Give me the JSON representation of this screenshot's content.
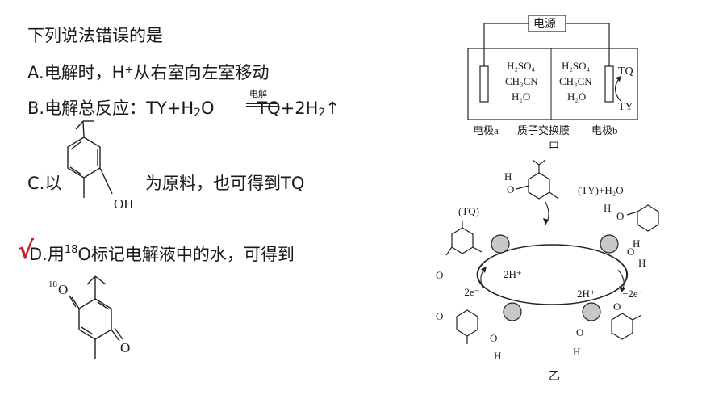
{
  "question": {
    "stem": "下列说法错误的是",
    "optA": "A.电解时，H⁺从右室向左室移动",
    "optB_prefix": "B.电解总反应：TY+H",
    "optB_mid": "O",
    "optB_arrow_cond": "电解",
    "optB_suffix1": "TQ+2H",
    "optB_suffix2": "↑",
    "sub2": "2",
    "optC_prefix": "C.以",
    "optC_suffix": "为原料，也可得到TQ",
    "optC_OH": "OH",
    "optD_prefix": "D.用",
    "optD_sup": "18",
    "optD_suffix": "O标记电解液中的水，可得到",
    "optD_O": "O",
    "optD_O18": "18",
    "check_mark": "√"
  },
  "cell": {
    "power_label": "电源",
    "left_solution": [
      "H₂SO₄",
      "CH₃CN",
      "H₂O"
    ],
    "right_solution": [
      "H₂SO₄",
      "CH₃CN",
      "H₂O"
    ],
    "TQ": "TQ",
    "TY": "TY",
    "electrode_a": "电极a",
    "membrane": "质子交换膜",
    "electrode_b": "电极b",
    "caption": "甲"
  },
  "cycle": {
    "tq_label": "(TQ)",
    "ty_label": "(TY)+H₂O",
    "minus2e_left": "−2e⁻",
    "minus2e_right": "−2e⁻",
    "h_left": "2H⁺",
    "h_right": "2H⁺",
    "O": "O",
    "H": "H",
    "caption": "乙"
  }
}
